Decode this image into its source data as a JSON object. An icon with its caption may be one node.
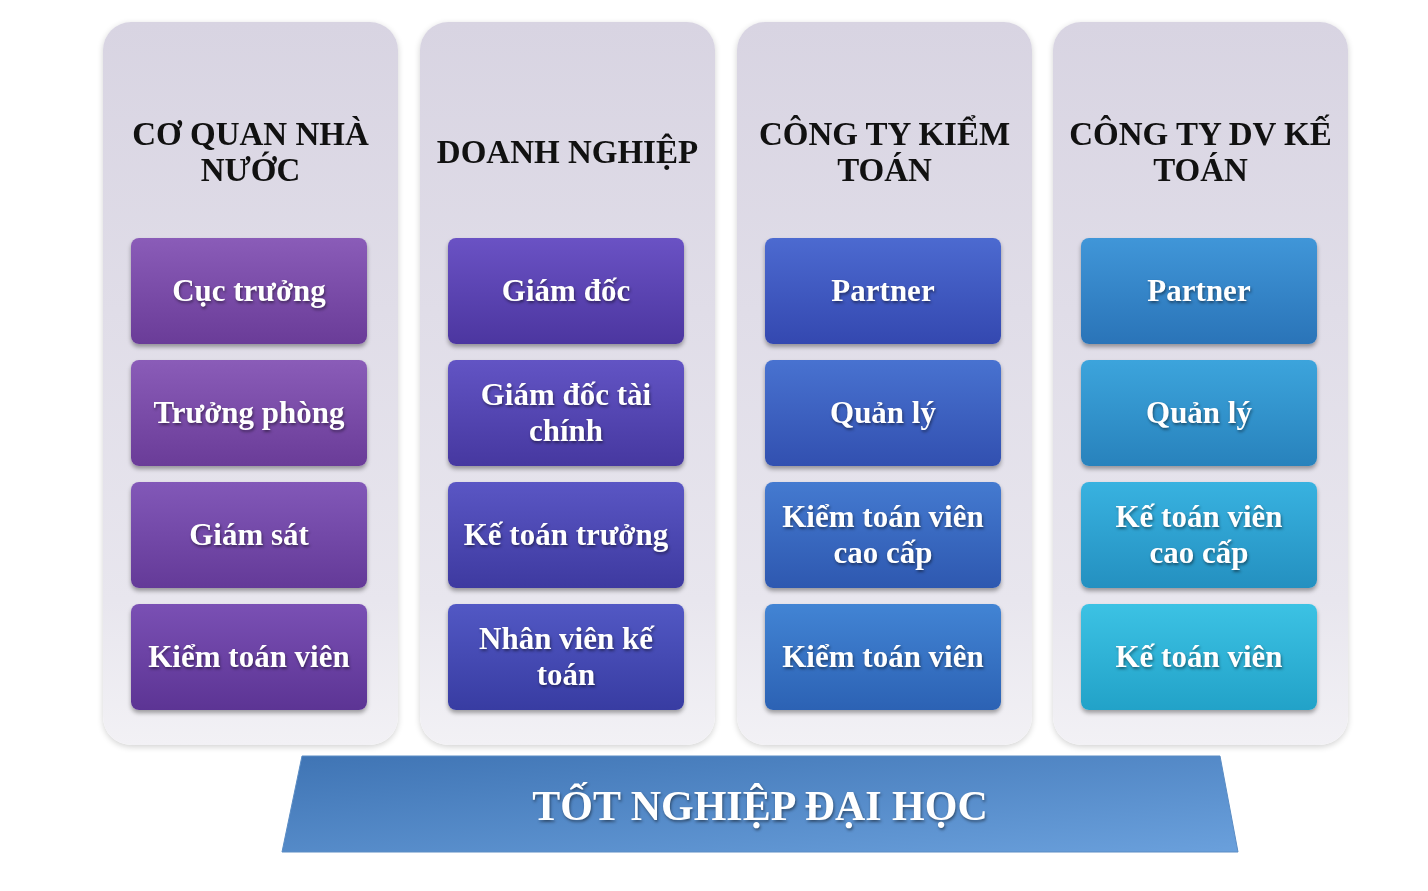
{
  "diagram": {
    "nodes": [
      {
        "text": [
          "CƠ QUAN NHÀ NƯỚC"
        ]
      },
      {
        "text": [
          "Cục trưởng"
        ],
        "in": 0
      },
      {
        "text": [
          "Trưởng phòng"
        ],
        "in": 0
      },
      {
        "text": [
          "Giám sát"
        ],
        "in": 0
      },
      {
        "text": [
          "Kiểm toán viên"
        ],
        "in": 0
      },
      {
        "text": [
          "DOANH NGHIỆP"
        ]
      },
      {
        "text": [
          "Giám đốc"
        ],
        "in": 5
      },
      {
        "text": [
          "Giám đốc tài chính"
        ],
        "in": 5
      },
      {
        "text": [
          "Kế toán trưởng"
        ],
        "in": 5
      },
      {
        "text": [
          "Nhân viên kế toán"
        ],
        "in": 5
      },
      {
        "text": [
          "CÔNG TY KIỂM TOÁN"
        ]
      },
      {
        "text": [
          "Partner"
        ],
        "in": 10
      },
      {
        "text": [
          "Quản lý"
        ],
        "in": 10
      },
      {
        "text": [
          "Kiểm toán viên cao cấp"
        ],
        "in": 10
      },
      {
        "text": [
          "Kiểm toán viên"
        ],
        "in": 10
      },
      {
        "text": [
          "CÔNG TY DV KẾ TOÁN"
        ]
      },
      {
        "text": [
          "Partner"
        ],
        "in": 15
      },
      {
        "text": [
          "Quản lý"
        ],
        "in": 15
      },
      {
        "text": [
          "Kế toán viên cao cấp"
        ],
        "in": 15
      },
      {
        "text": [
          "Kế toán viên"
        ],
        "in": 15
      },
      {
        "text": [
          "TỐT NGHIỆP ĐẠI HỌC"
        ]
      }
    ]
  }
}
